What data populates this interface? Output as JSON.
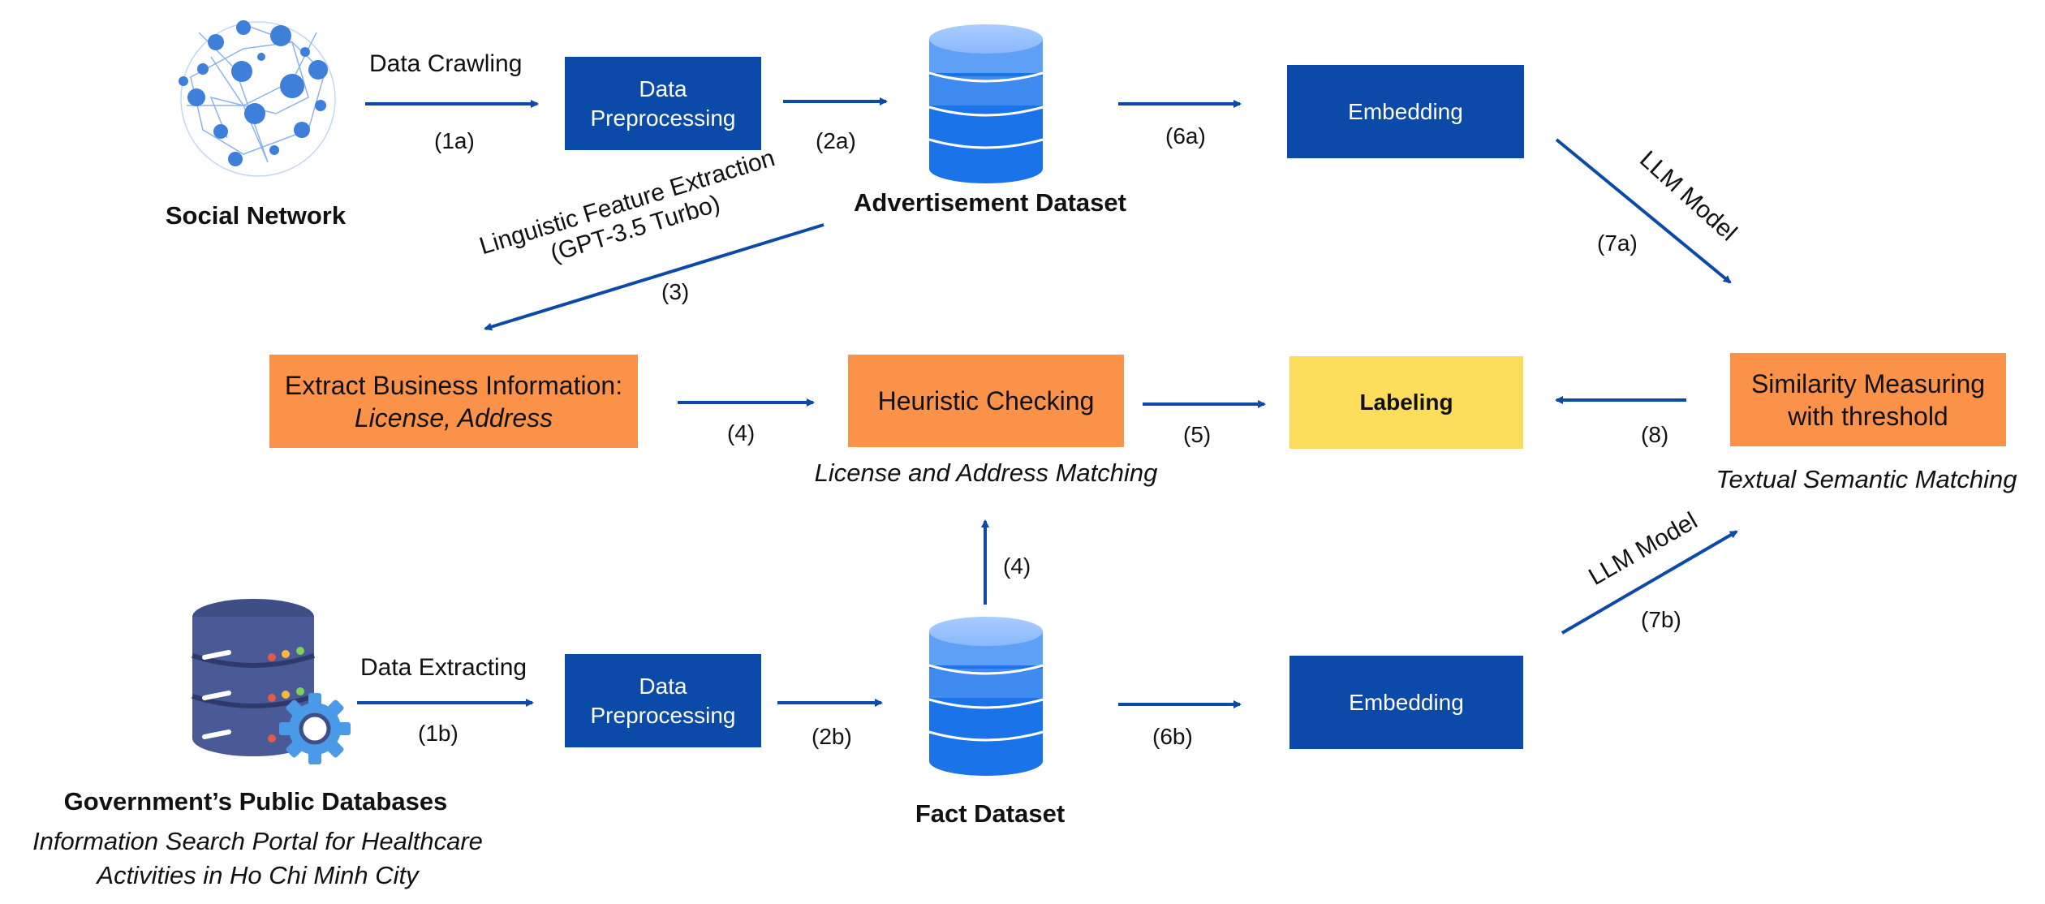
{
  "sources": {
    "social_network": "Social Network",
    "gov_db": "Government’s Public Databases",
    "gov_db_sub_line1": "Information Search Portal for Healthcare",
    "gov_db_sub_line2": "Activities in Ho Chi Minh City"
  },
  "edges": {
    "data_crawling": "Data Crawling",
    "data_extracting": "Data Extracting",
    "linguistic_line1": "Linguistic Feature Extraction",
    "linguistic_line2": "(GPT-3.5 Turbo)",
    "llm_model_top": "LLM Model",
    "llm_model_bottom": "LLM Model"
  },
  "steps": {
    "s1a": "(1a)",
    "s1b": "(1b)",
    "s2a": "(2a)",
    "s2b": "(2b)",
    "s3": "(3)",
    "s4_left": "(4)",
    "s4_up": "(4)",
    "s5": "(5)",
    "s6a": "(6a)",
    "s6b": "(6b)",
    "s7a": "(7a)",
    "s7b": "(7b)",
    "s8": "(8)"
  },
  "boxes": {
    "preprocess_top_line1": "Data",
    "preprocess_top_line2": "Preprocessing",
    "preprocess_bottom_line1": "Data",
    "preprocess_bottom_line2": "Preprocessing",
    "embedding_top": "Embedding",
    "embedding_bottom": "Embedding",
    "extract_line1": "Extract Business Information:",
    "extract_line2": "License, Address",
    "heuristic": "Heuristic Checking",
    "labeling": "Labeling",
    "similarity_line1": "Similarity Measuring",
    "similarity_line2": "with threshold"
  },
  "datasets": {
    "advertisement": "Advertisement Dataset",
    "fact": "Fact Dataset"
  },
  "captions": {
    "license_matching": "License and Address Matching",
    "semantic_matching": "Textual Semantic Matching"
  },
  "colors": {
    "box_blue": "#0b4aa8",
    "box_orange": "#fb924a",
    "box_yellow": "#fddd5c",
    "arrow": "#0b4aa8",
    "cylinder": "#1a73e8"
  },
  "icons": [
    "network-globe-icon",
    "server-database-icon",
    "gear-icon",
    "database-cylinder-icon"
  ]
}
